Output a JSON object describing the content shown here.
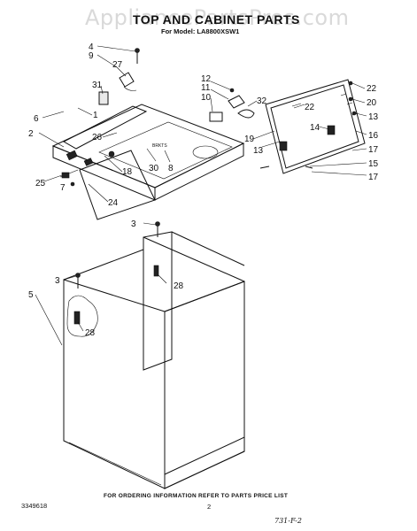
{
  "watermark": "AppliancePartsPros.com",
  "header": {
    "title": "TOP AND CABINET PARTS",
    "model_line": "For Model: LA8800XSW1"
  },
  "callouts": {
    "c4": "4",
    "c9": "9",
    "c27": "27",
    "c31": "31",
    "c6": "6",
    "c1": "1",
    "c26": "26",
    "c2": "2",
    "c18": "18",
    "c30": "30",
    "c8": "8",
    "c25": "25",
    "c7": "7",
    "c24": "24",
    "c12": "12",
    "c11": "11",
    "c10": "10",
    "c32": "32",
    "c19": "19",
    "c13a": "13",
    "c14": "14",
    "c22a": "22",
    "c22b": "22",
    "c20": "20",
    "c13b": "13",
    "c16": "16",
    "c17a": "17",
    "c15": "15",
    "c17b": "17",
    "c3a": "3",
    "c28a": "28",
    "c3b": "3",
    "c5": "5",
    "c28b": "28"
  },
  "inline_text": {
    "pcb_tag": "BRKTS"
  },
  "footer": {
    "ordering_note": "FOR ORDERING INFORMATION REFER TO PARTS PRICE LIST",
    "doc_number": "3349618",
    "page_number": "2",
    "hand_mark": "731-F-2"
  }
}
